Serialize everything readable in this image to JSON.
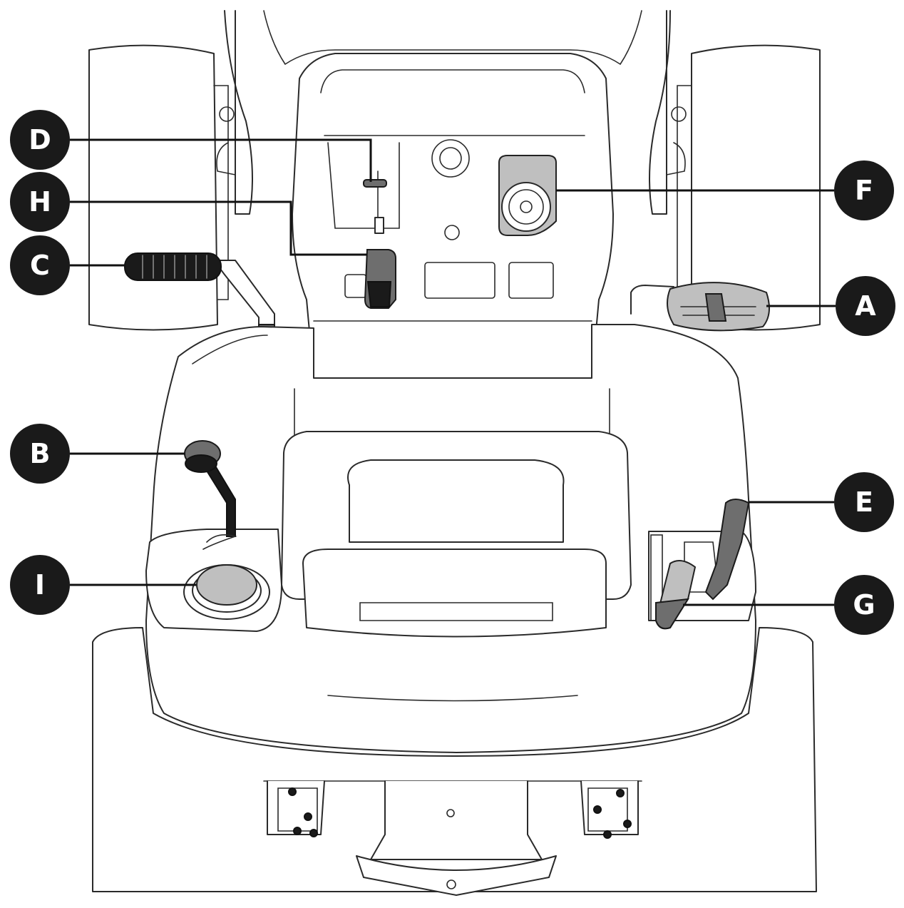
{
  "colors": {
    "callout_fill": "#1a1a1a",
    "callout_text": "#ffffff",
    "line_art": "#2a2a2a",
    "shading": "#bfbfbf"
  },
  "callouts": [
    {
      "id": "A",
      "label": "A"
    },
    {
      "id": "B",
      "label": "B"
    },
    {
      "id": "C",
      "label": "C"
    },
    {
      "id": "D",
      "label": "D"
    },
    {
      "id": "E",
      "label": "E"
    },
    {
      "id": "F",
      "label": "F"
    },
    {
      "id": "G",
      "label": "G"
    },
    {
      "id": "H",
      "label": "H"
    },
    {
      "id": "I",
      "label": "I"
    }
  ]
}
